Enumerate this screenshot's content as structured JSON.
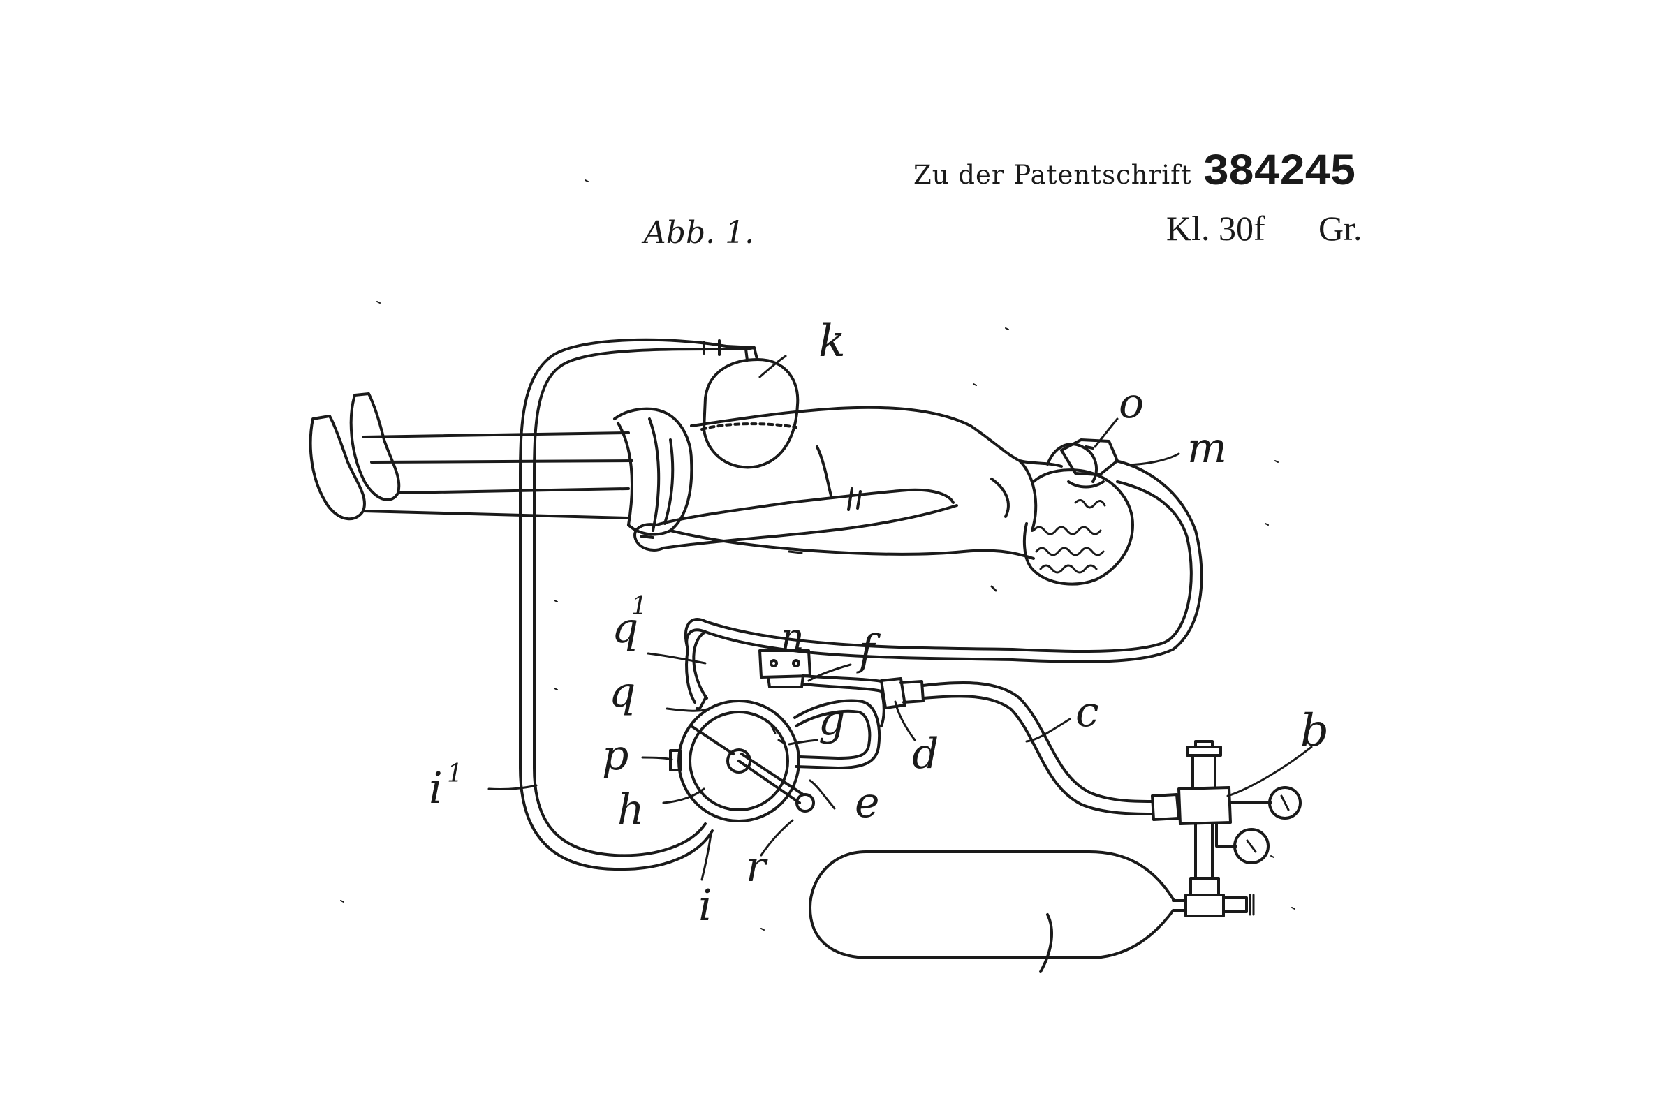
{
  "header": {
    "patent_prefix": "Zu der Patentschrift",
    "patent_number": "384245",
    "class_label": "Kl. 30f",
    "group_label": "Gr.",
    "figure_label": "Abb. 1."
  },
  "labels": {
    "k": "k",
    "o": "o",
    "m": "m",
    "q1": "q",
    "q1_sup": "1",
    "n": "n",
    "f": "f",
    "q": "q",
    "g": "g",
    "c": "c",
    "d": "d",
    "b": "b",
    "p": "p",
    "i1": "i",
    "i1_sup": "1",
    "e": "e",
    "h": "h",
    "r": "r",
    "i": "i"
  }
}
